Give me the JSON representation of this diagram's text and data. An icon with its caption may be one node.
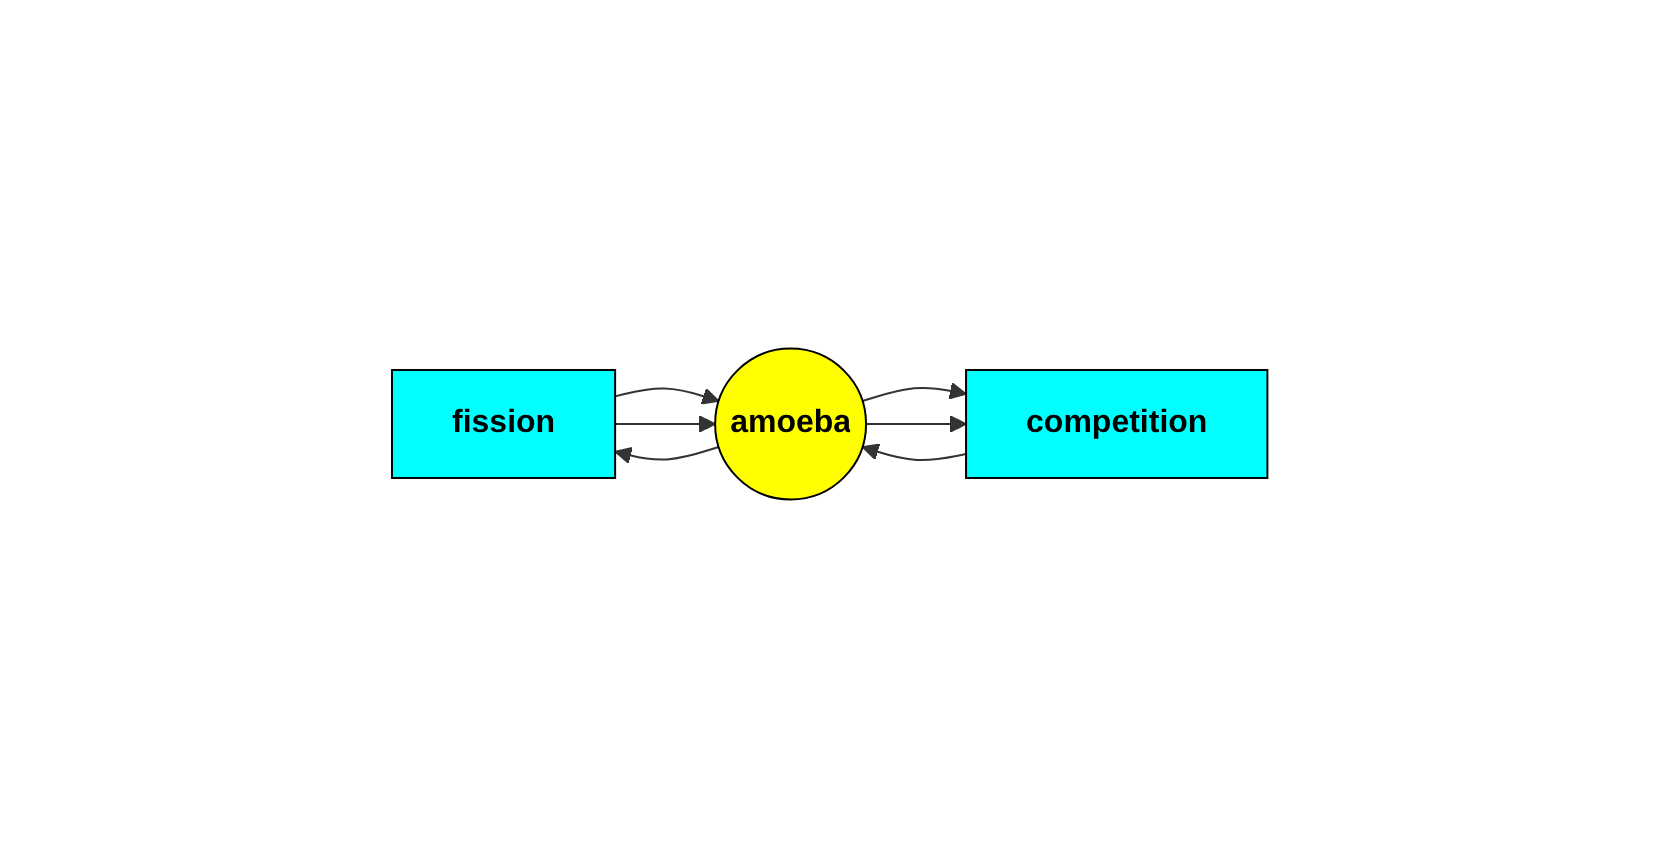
{
  "diagram": {
    "nodes": [
      {
        "text": [
          "fission"
        ]
      },
      {
        "text": [
          "amoeba"
        ]
      },
      {
        "text": [
          "competition"
        ]
      }
    ],
    "edges": [
      {
        "from": 1,
        "to": 2,
        "arrow": "to"
      },
      {
        "from": 1,
        "to": 2,
        "arrow": "to"
      },
      {
        "from": 1,
        "to": 0,
        "arrow": "to"
      },
      {
        "from": 2,
        "to": 1,
        "arrow": "to"
      },
      {
        "from": 0,
        "to": 1,
        "arrow": "to"
      },
      {
        "from": 0,
        "to": 1,
        "arrow": "to"
      }
    ]
  }
}
